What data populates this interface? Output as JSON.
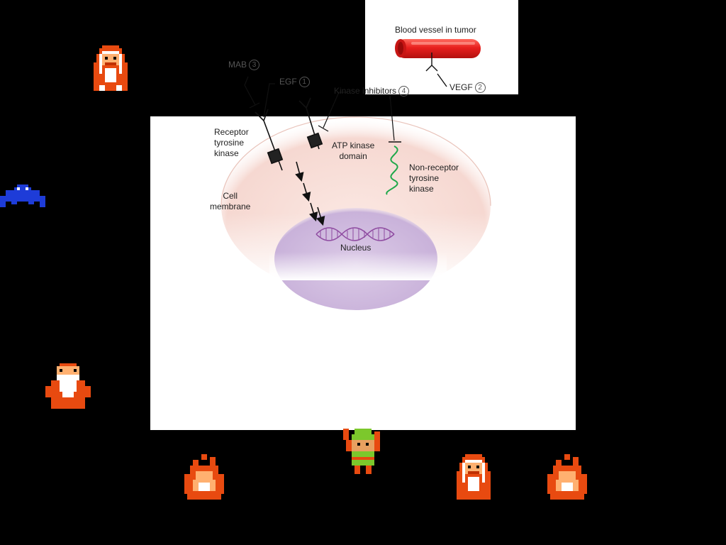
{
  "diagram": {
    "blood_vessel_label": "Blood vessel in tumor",
    "vegf_label": "VEGF",
    "vegf_num": "2",
    "mab_label": "MAB",
    "mab_num": "3",
    "egf_label": "EGF",
    "egf_num": "1",
    "kinase_inhibitors_label": "Kinase inhibitors",
    "kinase_inhibitors_num": "4",
    "receptor_tyrosine_kinase": [
      "Receptor",
      "tyrosine",
      "kinase"
    ],
    "atp_kinase_domain": [
      "ATP kinase",
      "domain"
    ],
    "non_receptor_tyrosine_kinase": [
      "Non-receptor",
      "tyrosine",
      "kinase"
    ],
    "cell_membrane": [
      "Cell",
      "membrane"
    ],
    "nucleus_label": "Nucleus"
  },
  "colors": {
    "background": "#000000",
    "panel": "#ffffff",
    "cell": "#f7dcd6",
    "nucleus": "#cdb6dd",
    "vessel": "#e8201e",
    "non_receptor_kinase": "#1fa84a",
    "dna": "#8e4aa0"
  },
  "sprites": [
    {
      "name": "old-man-sprite",
      "kind": "robed-elder"
    },
    {
      "name": "bat-sprite",
      "kind": "keese"
    },
    {
      "name": "old-man-sprite",
      "kind": "bearded-elder"
    },
    {
      "name": "fire-sprite",
      "kind": "flame"
    },
    {
      "name": "link-sprite",
      "kind": "hero"
    },
    {
      "name": "old-woman-sprite",
      "kind": "robed-elder"
    },
    {
      "name": "fire-sprite",
      "kind": "flame"
    }
  ]
}
